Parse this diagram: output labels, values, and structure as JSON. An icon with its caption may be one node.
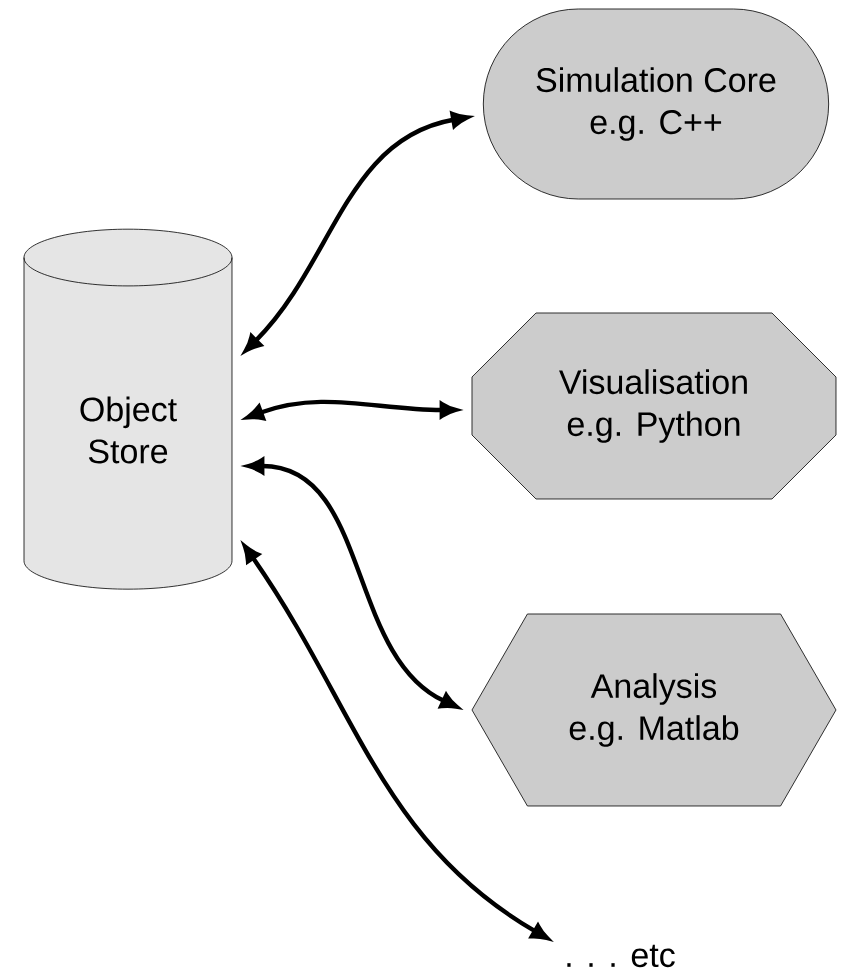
{
  "diagram": {
    "nodes": [
      {
        "text": [
          "Object Store"
        ]
      },
      {
        "text": [
          "Simulation Core",
          "e.g. C++"
        ]
      },
      {
        "text": [
          "Visualisation",
          "e.g. Python"
        ]
      },
      {
        "text": [
          "Analysis",
          "e.g. Matlab"
        ]
      },
      {
        "text": [
          ". . . etc"
        ]
      }
    ],
    "edges": [
      {
        "from": 0,
        "to": 1,
        "arrow": "both"
      },
      {
        "from": 0,
        "to": 2,
        "arrow": "both"
      },
      {
        "from": 0,
        "to": 3,
        "arrow": "both"
      },
      {
        "from": 0,
        "to": 4,
        "arrow": "both"
      }
    ]
  }
}
